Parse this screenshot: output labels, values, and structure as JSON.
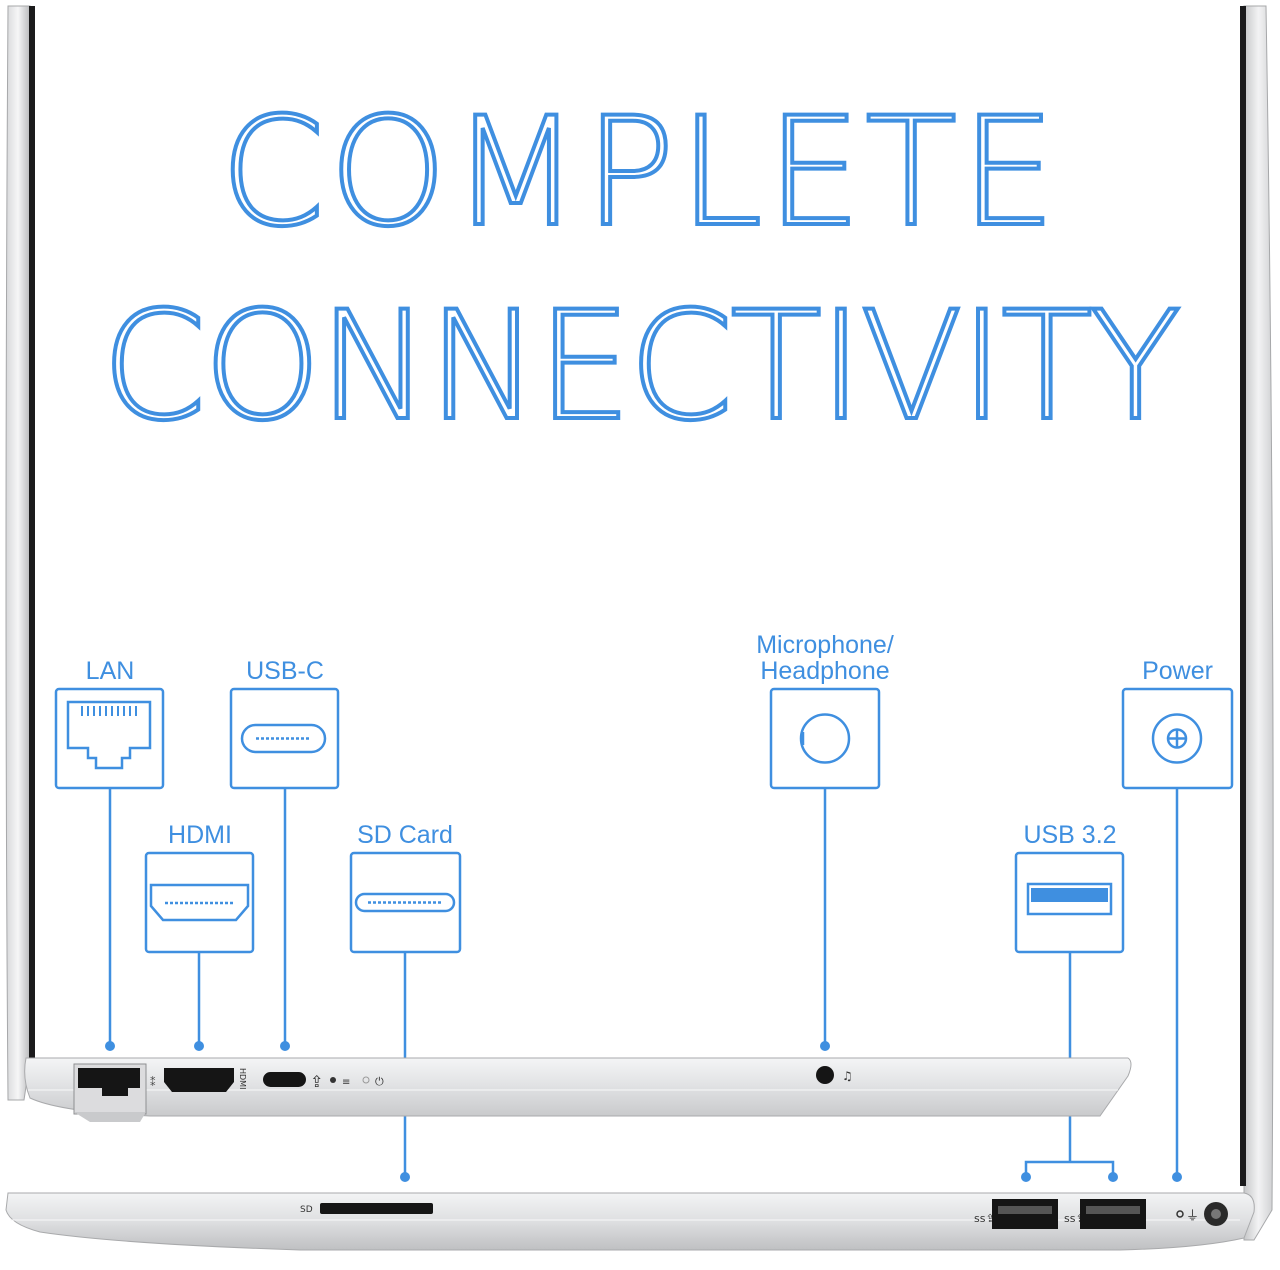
{
  "headline": {
    "line1": "COMPLETE",
    "line2": "CONNECTIVITY"
  },
  "ports": {
    "lan": "LAN",
    "usb_c": "USB-C",
    "hdmi": "HDMI",
    "sd_card": "SD Card",
    "audio_line1": "Microphone/",
    "audio_line2": "Headphone",
    "power": "Power",
    "usb_32": "USB 3.2"
  },
  "chassis_marks": {
    "sd_slot_label": "SD",
    "hdmi_side_label": "HDMI"
  },
  "colors": {
    "accent_blue": "#3f8fe0",
    "chassis_silver": "#e6e7e9",
    "port_black": "#151515"
  }
}
